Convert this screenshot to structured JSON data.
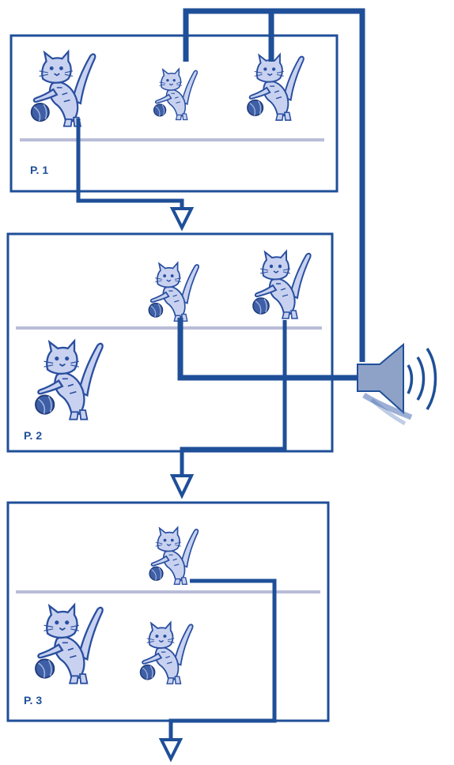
{
  "panels": [
    {
      "label": "P. 1"
    },
    {
      "label": "P. 2"
    },
    {
      "label": "P. 3"
    }
  ],
  "colors": {
    "line": "#1f4f98",
    "frame": "#1f4f98",
    "divider": "#b9bdd8",
    "cat_fill": "#c8d2f0",
    "cat_stroke": "#2a4fa0",
    "ball": "#3e5fa6",
    "speaker": "#8ea2c8"
  },
  "icons": {
    "cat": "cat-with-ball-icon",
    "speaker": "speaker-icon",
    "arrow": "arrow-down-icon"
  }
}
